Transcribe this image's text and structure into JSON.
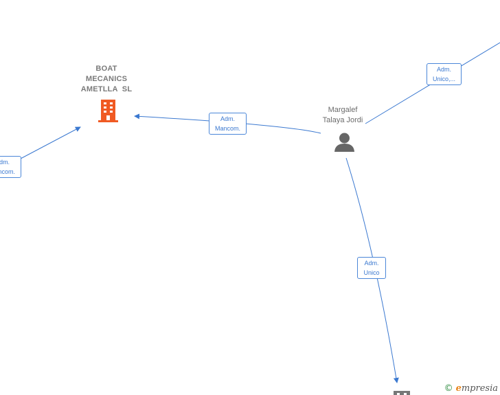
{
  "nodes": {
    "company": {
      "name_line1": "BOAT",
      "name_line2": "MECANICS",
      "name_line3": "AMETLLA  SL",
      "icon": "building-icon",
      "icon_color": "#f05a23"
    },
    "person": {
      "name_line1": "Margalef",
      "name_line2": "Talaya Jordi",
      "icon": "person-icon",
      "icon_color": "#666666"
    },
    "company_bottom": {
      "icon": "building-icon",
      "icon_color": "#777777"
    }
  },
  "edges": {
    "person_to_company": {
      "line1": "Adm.",
      "line2": "Mancom."
    },
    "left_to_company": {
      "line1": "Adm.",
      "line2": "Mancom."
    },
    "top_right_to_person": {
      "line1": "Adm.",
      "line2": "Unico,..."
    },
    "person_to_bottom": {
      "line1": "Adm.",
      "line2": "Unico"
    }
  },
  "colors": {
    "edge": "#3a78d0",
    "label_border": "#4a86d8"
  },
  "watermark": {
    "copyright": "©",
    "brand_initial": "e",
    "brand_rest": "mpresia"
  }
}
